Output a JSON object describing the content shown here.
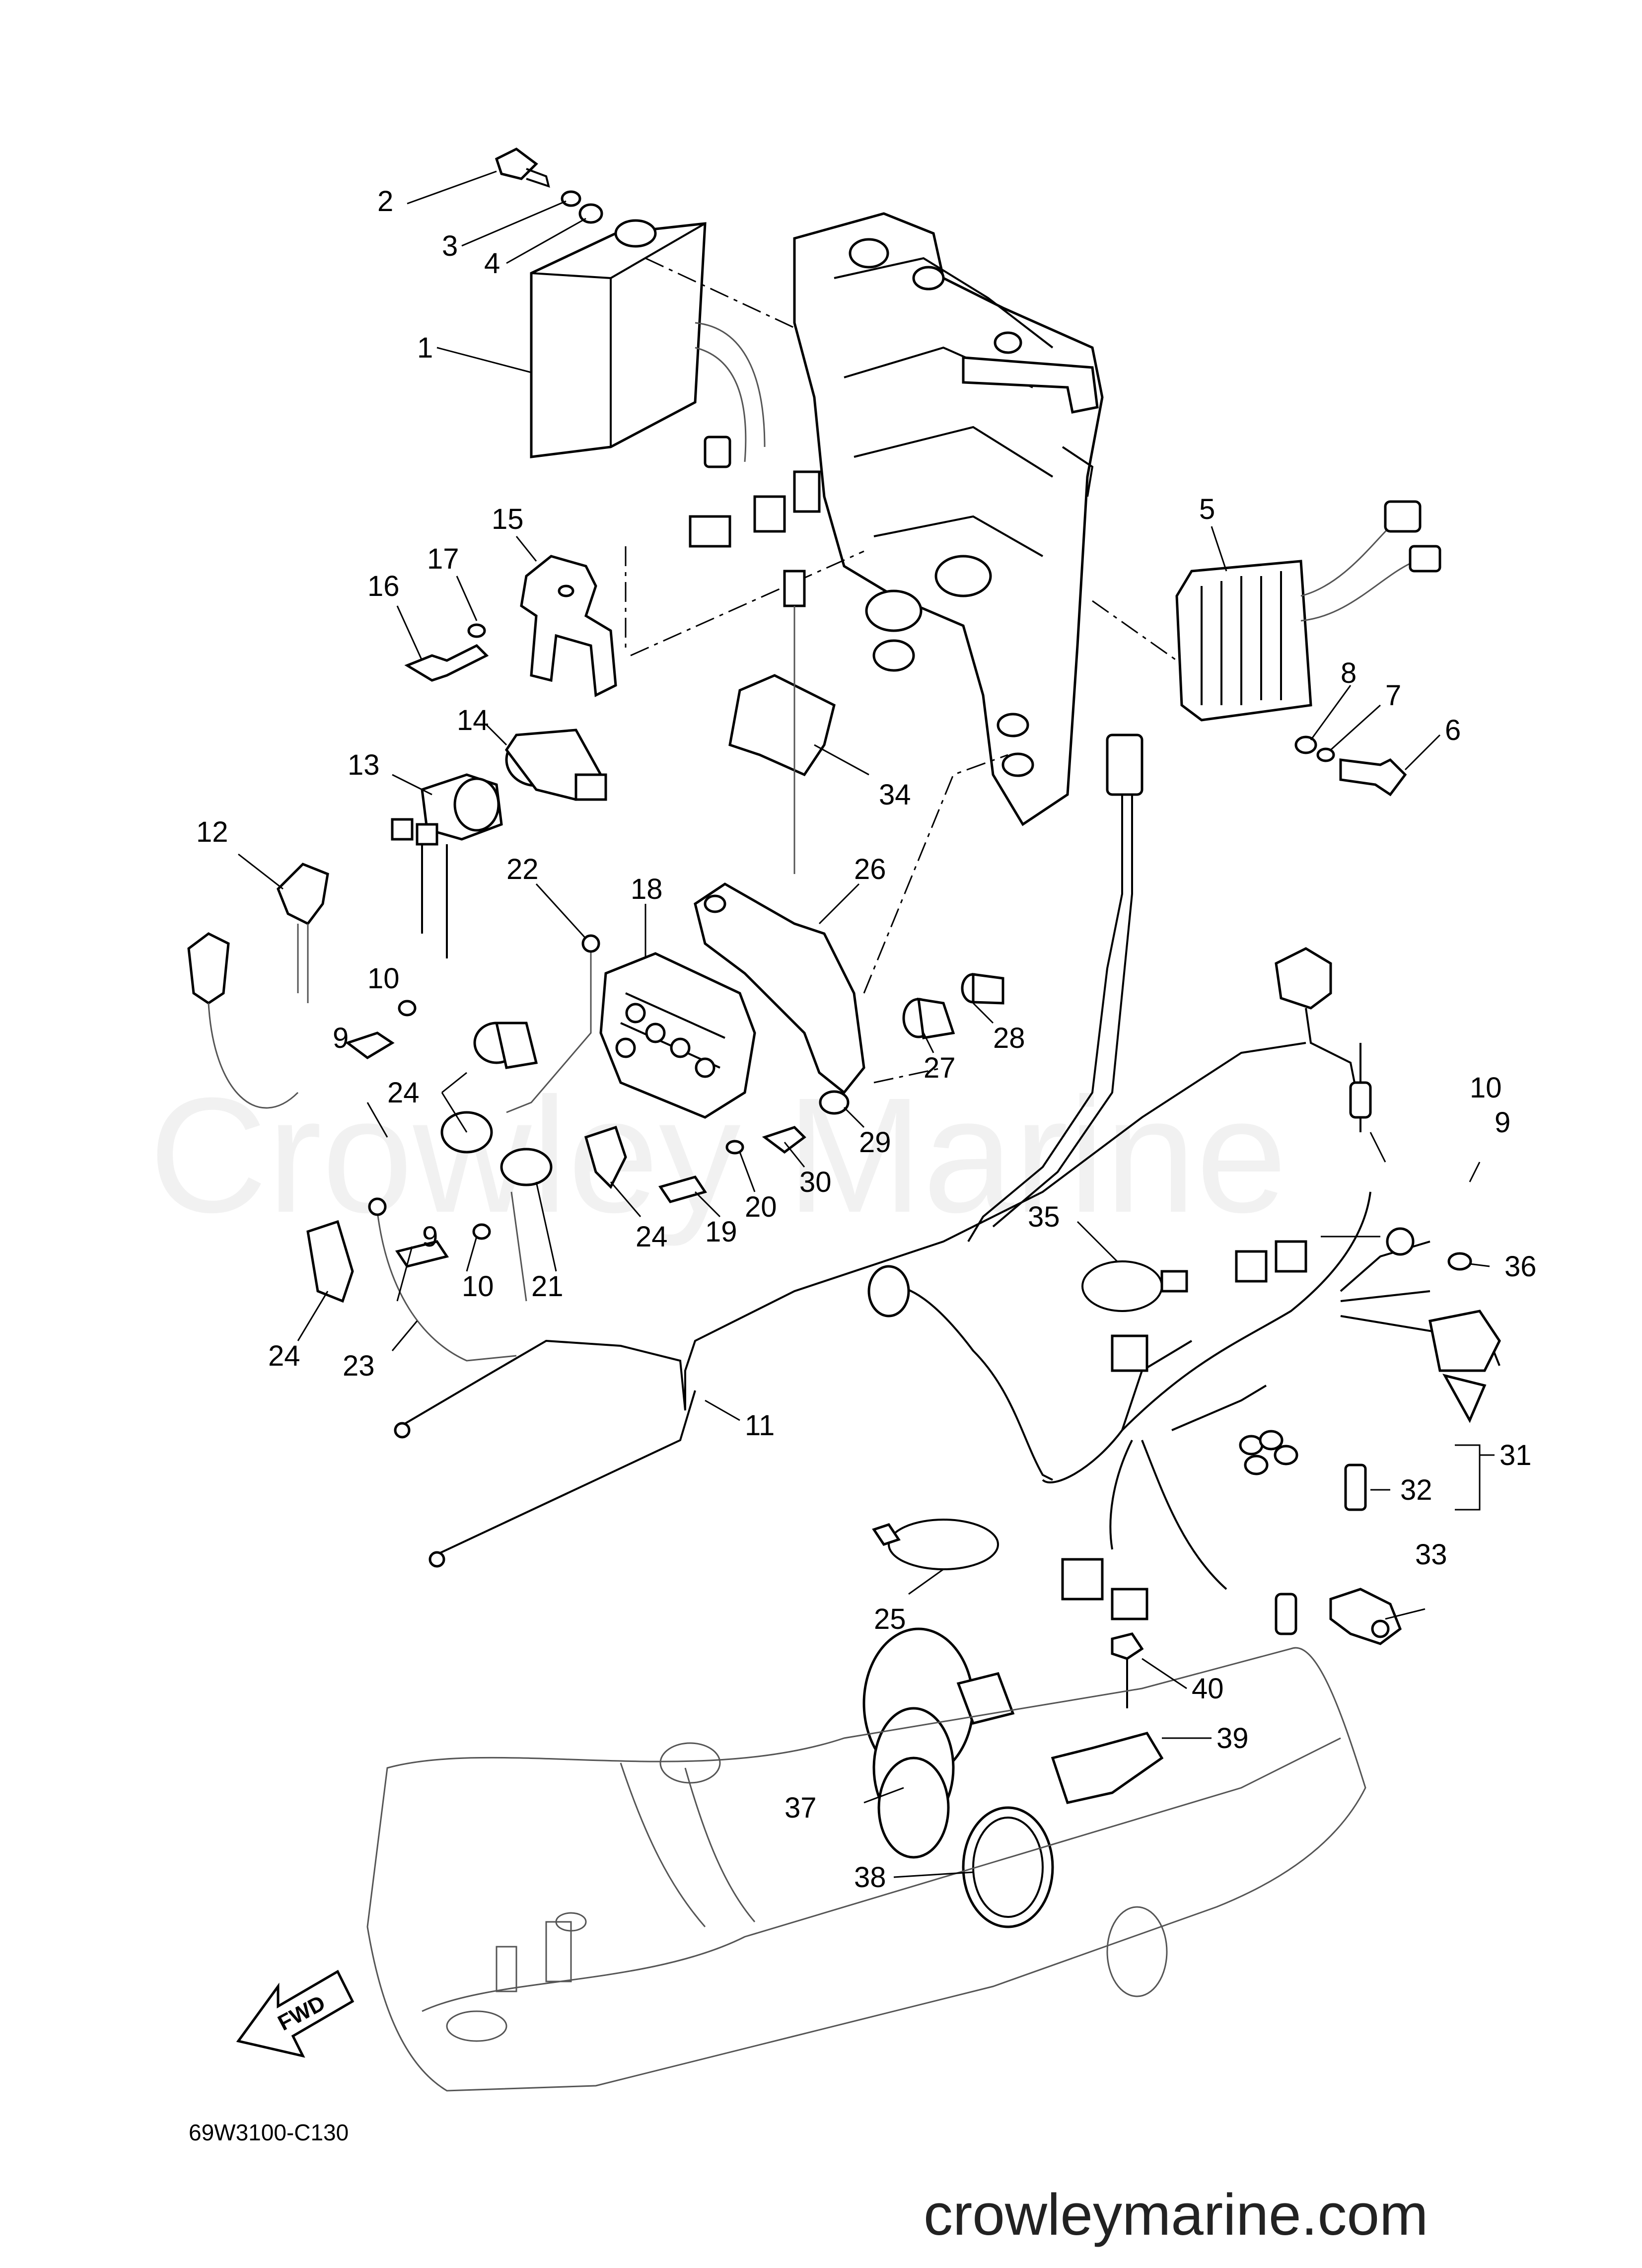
{
  "watermark": "Crowley Marine",
  "diagram_code": "69W3100-C130",
  "website": "crowleymarine.com",
  "fwd_label": "FWD",
  "callouts": {
    "c1": "1",
    "c2": "2",
    "c3": "3",
    "c4": "4",
    "c5": "5",
    "c6": "6",
    "c7": "7",
    "c8": "8",
    "c9a": "9",
    "c9b": "9",
    "c9c": "9",
    "c10a": "10",
    "c10b": "10",
    "c10c": "10",
    "c11": "11",
    "c12": "12",
    "c13": "13",
    "c14": "14",
    "c15": "15",
    "c16": "16",
    "c17": "17",
    "c18": "18",
    "c19": "19",
    "c20": "20",
    "c21": "21",
    "c22": "22",
    "c23": "23",
    "c24a": "24",
    "c24b": "24",
    "c24c": "24",
    "c25": "25",
    "c26": "26",
    "c27": "27",
    "c28": "28",
    "c29": "29",
    "c30": "30",
    "c31": "31",
    "c32": "32",
    "c33": "33",
    "c34": "34",
    "c35": "35",
    "c36": "36",
    "c37": "37",
    "c38": "38",
    "c39": "39",
    "c40": "40"
  }
}
